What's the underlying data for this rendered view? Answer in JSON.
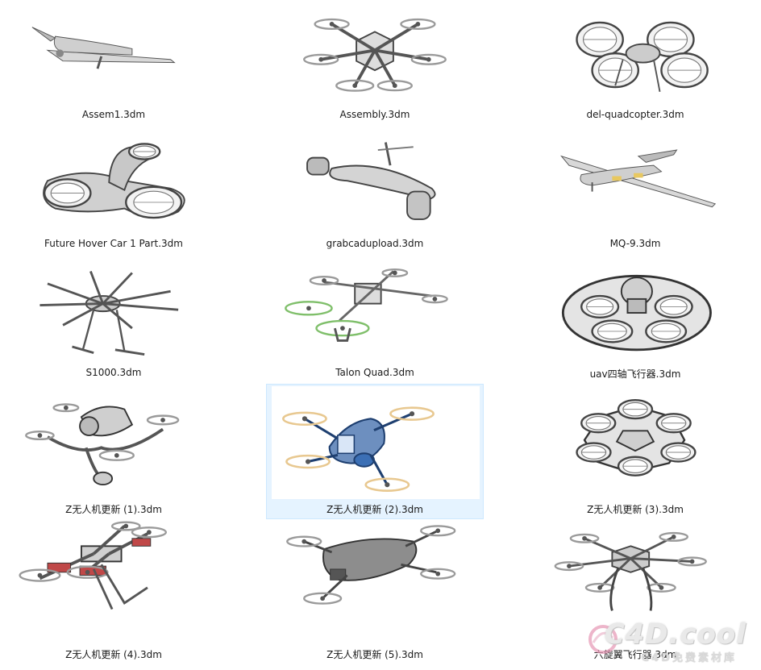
{
  "files": [
    {
      "name": "Assem1.3dm",
      "icon": "predator-drone-thumbnail-icon"
    },
    {
      "name": "Assembly.3dm",
      "icon": "hexacopter-thumbnail-icon"
    },
    {
      "name": "del-quadcopter.3dm",
      "icon": "ducted-quadcopter-thumbnail-icon"
    },
    {
      "name": "Future Hover Car 1 Part.3dm",
      "icon": "hover-car-thumbnail-icon"
    },
    {
      "name": "grabcadupload.3dm",
      "icon": "tiltrotor-thumbnail-icon"
    },
    {
      "name": "MQ-9.3dm",
      "icon": "mq9-reaper-thumbnail-icon"
    },
    {
      "name": "S1000.3dm",
      "icon": "octocopter-thumbnail-icon"
    },
    {
      "name": "Talon Quad.3dm",
      "icon": "talon-quad-thumbnail-icon"
    },
    {
      "name": "uav四轴飞行器.3dm",
      "icon": "ring-quadcopter-thumbnail-icon"
    },
    {
      "name": "Z无人机更新 (1).3dm",
      "icon": "racing-drone-thumbnail-icon"
    },
    {
      "name": "Z无人机更新 (2).3dm",
      "icon": "blue-drone-thumbnail-icon"
    },
    {
      "name": "Z无人机更新 (3).3dm",
      "icon": "hex-ducted-drone-thumbnail-icon"
    },
    {
      "name": "Z无人机更新 (4).3dm",
      "icon": "red-quadcopter-thumbnail-icon"
    },
    {
      "name": "Z无人机更新 (5).3dm",
      "icon": "folding-drone-thumbnail-icon"
    },
    {
      "name": "六旋翼飞行器.3dm",
      "icon": "hexarotor-thumbnail-icon"
    }
  ],
  "selected_index": 10,
  "watermark": {
    "brand": "C4D.cool",
    "sub": "C4D免费素材库"
  },
  "colors": {
    "selection_bg": "#e5f3ff",
    "selection_border": "#cce8ff",
    "model_gray": "#b4b4b4",
    "accent_blue": "#3b6fb5",
    "accent_red": "#c04848"
  }
}
